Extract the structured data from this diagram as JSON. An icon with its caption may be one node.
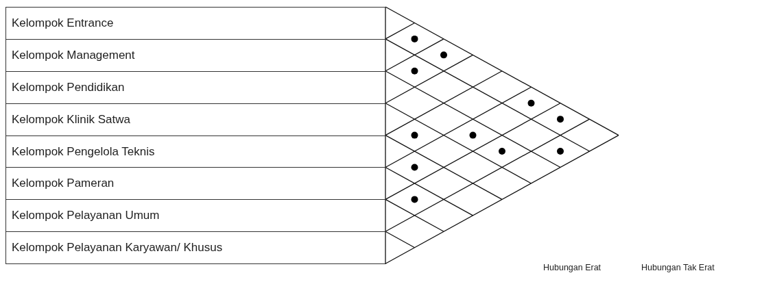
{
  "diagram": {
    "nodes": [
      {
        "text": [
          "Kelompok Entrance"
        ]
      },
      {
        "text": [
          "Kelompok Management"
        ]
      },
      {
        "text": [
          "Kelompok Pendidikan"
        ]
      },
      {
        "text": [
          "Kelompok Klinik Satwa"
        ]
      },
      {
        "text": [
          "Kelompok Pengelola Teknis"
        ]
      },
      {
        "text": [
          "Kelompok Pameran"
        ]
      },
      {
        "text": [
          "Kelompok Pelayanan Umum"
        ]
      },
      {
        "text": [
          "Kelompok Pelayanan Karyawan/ Khusus"
        ]
      },
      {
        "text": [],
        "shape": "circle"
      },
      {
        "text": [],
        "shape": "circle"
      },
      {
        "text": [],
        "shape": "circle"
      },
      {
        "text": [],
        "shape": "circle"
      },
      {
        "text": [],
        "shape": "circle"
      },
      {
        "text": [],
        "shape": "circle"
      },
      {
        "text": [],
        "shape": "circle"
      },
      {
        "text": [],
        "shape": "circle"
      },
      {
        "text": [],
        "shape": "circle"
      },
      {
        "text": [],
        "shape": "circle"
      },
      {
        "text": [],
        "shape": "circle"
      }
    ],
    "labels": [
      "Hubungan Erat",
      "Hubungan Tak Erat"
    ]
  }
}
